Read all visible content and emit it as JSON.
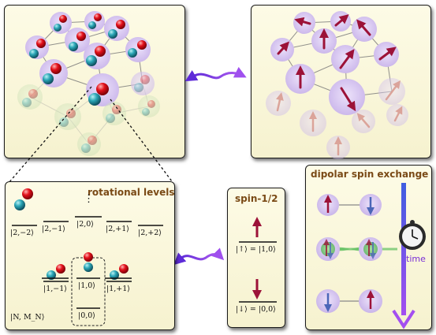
{
  "rotational_panel": {
    "title": "rotational levels",
    "levels": {
      "n2": [
        "|2,−2⟩",
        "|2,−1⟩",
        "|2,0⟩",
        "|2,+1⟩",
        "|2,+2⟩"
      ],
      "n1": [
        "|1,−1⟩",
        "|1,0⟩",
        "|1,+1⟩"
      ],
      "n0": "|0,0⟩"
    },
    "dots": "⋮",
    "basis_label": "|N, M_N⟩"
  },
  "spin_panel": {
    "title": "spin-1/2",
    "up_state": "|↑⟩ = |1,0⟩",
    "down_state": "|↓⟩ = |0,0⟩"
  },
  "dipolar_panel": {
    "title": "dipolar spin exchange",
    "time_label": "time"
  },
  "colors": {
    "panel_fill": "#f8f5d8",
    "title_brown": "#7a4a16",
    "arrow_purple": "#8a3cf0",
    "spin_red": "#9c1238",
    "spin_blue": "#4b66b8",
    "site_lilac": "#d9c8f0"
  }
}
